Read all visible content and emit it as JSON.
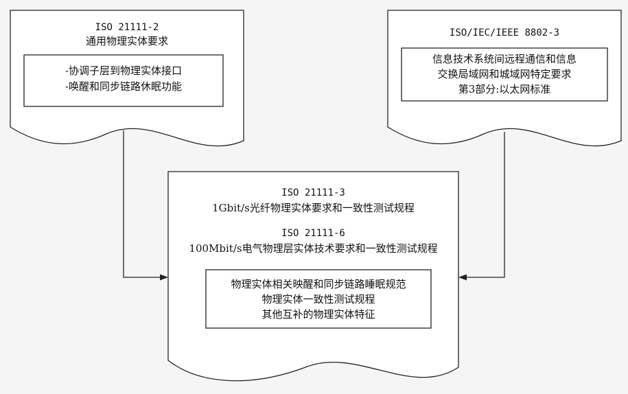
{
  "docs": {
    "left": {
      "code": "ISO 21111-2",
      "title": "通用物理实体要求",
      "inner": [
        "-协调子层到物理实体接口",
        "-唤醒和同步链路休眠功能"
      ]
    },
    "right": {
      "code": "ISO/IEC/IEEE 8802-3",
      "inner": [
        "信息技术系统间远程通信和信息",
        "交换局域网和城域网特定要求",
        "第3部分:以太网标准"
      ]
    },
    "center": {
      "code1": "ISO 21111-3",
      "title1": "1Gbit/s光纤物理实体要求和一致性测试规程",
      "code2": "ISO 21111-6",
      "title2": "100Mbit/s电气物理层实体技术要求和一致性测试规程",
      "inner": [
        "物理实体相关映醒和同步链路睡眠规范",
        "物理实体一致性测试规程",
        "其他互补的物理实体特征"
      ]
    }
  },
  "colors": {
    "stroke": "#222222",
    "fill": "#ffffff",
    "background": "#f5f5f5"
  }
}
